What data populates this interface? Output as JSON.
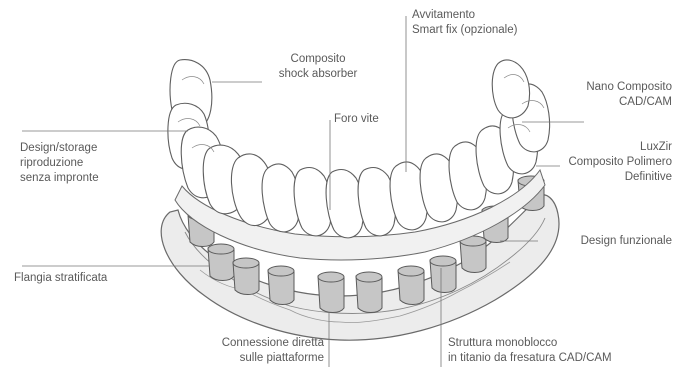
{
  "labels": {
    "avvitamento": [
      "Avvitamento",
      "Smart fix (opzionale)"
    ],
    "composito": [
      "Composito",
      "shock absorber"
    ],
    "nano_composito": [
      "Nano Composito",
      "CAD/CAM"
    ],
    "luxzir": [
      "LuxZir",
      "Composito Polimero",
      "Definitive"
    ],
    "design_storage": [
      "Design/storage",
      "riproduzione",
      "senza impronte"
    ],
    "foro_vite": "Foro vite",
    "design_funzionale": "Design funzionale",
    "flangia": "Flangia stratificata",
    "connessione": [
      "Connessione diretta",
      "sulle piattaforme"
    ],
    "struttura": [
      "Struttura monoblocco",
      "in titanio da fresatura CAD/CAM"
    ]
  },
  "colors": {
    "gum_fill": "#ededed",
    "gum_stroke": "#6a6a6a",
    "post_fill": "#c4c4c4",
    "tooth_fill": "#ffffff",
    "leader": "#777777",
    "text": "#5a5a5a"
  }
}
